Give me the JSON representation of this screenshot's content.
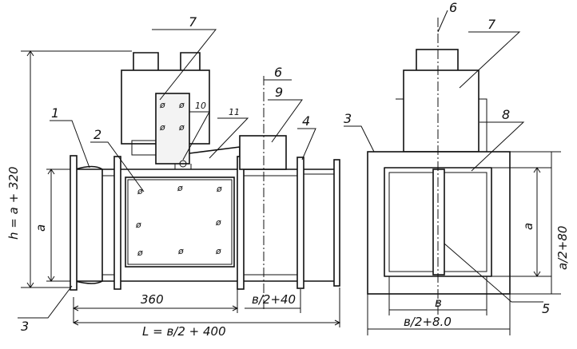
{
  "callouts": {
    "n1": "1",
    "n2": "2",
    "n3_left_top": "3",
    "n3_left_bottom": "3",
    "n3_right": "3",
    "n4": "4",
    "n5": "5",
    "n6_left": "6",
    "n6_right": "6",
    "n7_left": "7",
    "n7_right": "7",
    "n8": "8",
    "n9": "9",
    "n10": "10",
    "n11": "11"
  },
  "dimensions": {
    "height_total": "h = a + 320",
    "a_left": "a",
    "a_right": "a",
    "len_360": "360",
    "len_b2_40": "в/2+40",
    "len_L": "L = в/2 + 400",
    "right_a2_80": "a/2+80",
    "right_b": "в",
    "right_b2_80": "в/2+8.0"
  },
  "bolt_symbol": "ø"
}
